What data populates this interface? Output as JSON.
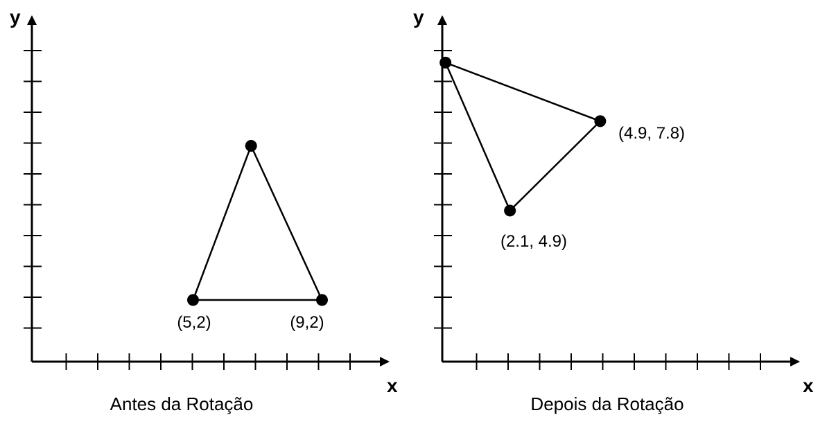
{
  "panels": [
    {
      "caption": "Antes da Rotação",
      "x_axis_label": "x",
      "y_axis_label": "y",
      "triangle": [
        [
          5,
          2
        ],
        [
          9,
          2
        ],
        [
          6.8,
          7
        ]
      ],
      "point_labels": [
        "(5,2)",
        "(9,2)",
        ""
      ]
    },
    {
      "caption": "Depois da Rotação",
      "x_axis_label": "x",
      "y_axis_label": "y",
      "triangle": [
        [
          2.1,
          4.9
        ],
        [
          4.9,
          7.8
        ],
        [
          0.1,
          9.7
        ]
      ],
      "point_labels": [
        "(2.1, 4.9)",
        "(4.9, 7.8)",
        ""
      ]
    }
  ],
  "colors": {
    "ink": "#000000",
    "background": "#ffffff"
  }
}
